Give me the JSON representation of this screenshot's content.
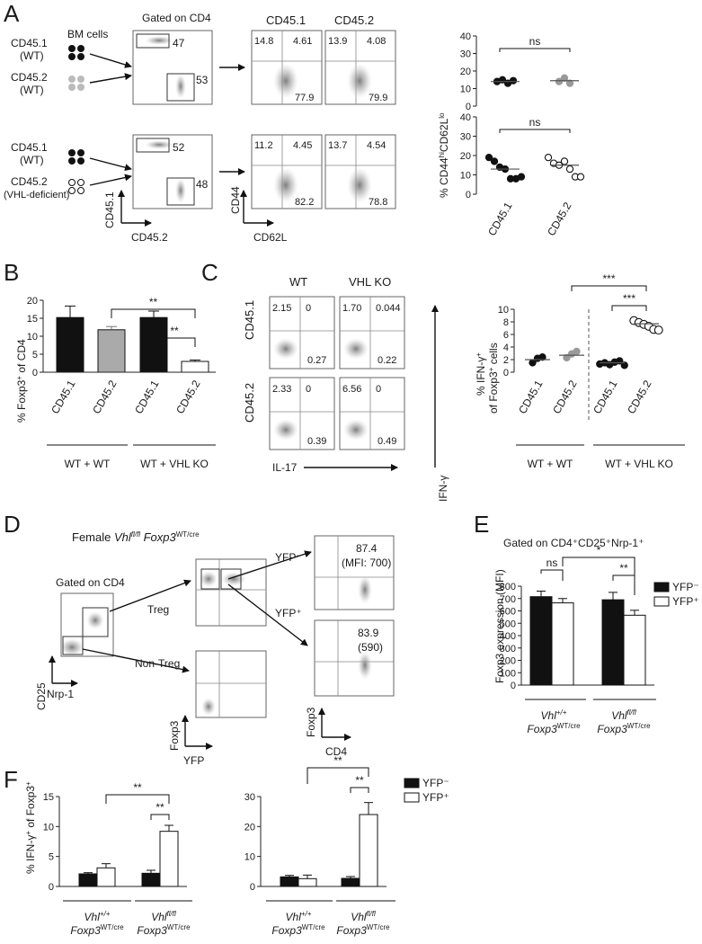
{
  "panel_letters": {
    "a": "A",
    "b": "B",
    "c": "C",
    "d": "D",
    "e": "E",
    "f": "F"
  },
  "panel_a": {
    "bm_cells": "BM cells",
    "gated": "Gated on CD4",
    "col1": "CD45.1",
    "col2": "CD45.2",
    "row1": {
      "g1": "CD45.1",
      "g1s": "(WT)",
      "g2": "CD45.2",
      "g2s": "(WT)",
      "gate_top": "47",
      "gate_bot": "53",
      "q1": {
        "ul": "14.8",
        "ur": "4.61",
        "lr": "77.9"
      },
      "q2": {
        "ul": "13.9",
        "ur": "4.08",
        "lr": "79.9"
      }
    },
    "row2": {
      "g1": "CD45.1",
      "g1s": "(WT)",
      "g2": "CD45.2",
      "g2s": "(VHL-deficient)",
      "gate_top": "52",
      "gate_bot": "48",
      "q1": {
        "ul": "11.2",
        "ur": "4.45",
        "lr": "82.2"
      },
      "q2": {
        "ul": "13.7",
        "ur": "4.54",
        "lr": "78.8"
      }
    },
    "axis_x1": "CD45.2",
    "axis_y1": "CD45.1",
    "axis_x2": "CD62L",
    "axis_y2": "CD44",
    "ns": "ns"
  },
  "panel_c": {
    "col1": "WT",
    "col2": "VHL KO",
    "row1": "CD45.1",
    "row2": "CD45.2",
    "q": [
      {
        "ul": "2.15",
        "ur": "0",
        "lr": "0.27"
      },
      {
        "ul": "1.70",
        "ur": "0.044",
        "lr": "0.22"
      },
      {
        "ul": "2.33",
        "ur": "0",
        "lr": "0.39"
      },
      {
        "ul": "6.56",
        "ur": "0",
        "lr": "0.49"
      }
    ],
    "x_axis": "IL-17",
    "y_axis": "IFN-γ"
  },
  "panel_d": {
    "title_pre": "Female ",
    "vhl": "Vhl",
    "vhl_sup": "fl/fl",
    "foxp3": " Foxp3",
    "foxp3_sup": "WT/cre",
    "gated": "Gated on CD4",
    "treg": "Treg",
    "nontreg": "Non-Treg",
    "yfp_neg": "YFP⁻",
    "yfp_pos": "YFP⁺",
    "val_neg": "87.4",
    "mfi_neg": "(MFI: 700)",
    "val_pos": "83.9",
    "mfi_pos": "(590)",
    "ax_cd25": "CD25",
    "ax_nrp1": "Nrp-1",
    "ax_foxp3": "Foxp3",
    "ax_yfp": "YFP",
    "ax_cd4": "CD4"
  },
  "common": {
    "cd451": "CD45.1",
    "cd452": "CD45.2",
    "wt_wt": "WT + WT",
    "wt_vhl": "WT + VHL KO",
    "sig1": "**",
    "sig3": "***",
    "sig_star": "*",
    "ns": "ns",
    "yfp_neg": "YFP⁻",
    "yfp_pos": "YFP⁺",
    "g_wt_a": "Vhl",
    "g_wt_a_sup": "+/+",
    "g_wt_b": "Foxp3",
    "g_wt_b_sup": "WT/cre",
    "g_ko_a": "Vhl",
    "g_ko_a_sup": "fl/fl",
    "g_ko_b": "Foxp3",
    "g_ko_b_sup": "WT/cre",
    "e_title": "Gated on CD4⁺CD25⁺Nrp-1⁺"
  },
  "chart_data": [
    {
      "panel": "A-top",
      "type": "scatter",
      "ylabel": "% CD44hiCD62Llo",
      "categories": [
        "CD45.1",
        "CD45.2"
      ],
      "ylim": [
        0,
        40
      ],
      "yticks": [
        0,
        10,
        20,
        30,
        40
      ],
      "points": [
        [
          14,
          15,
          13,
          14.5
        ],
        [
          14,
          16,
          13
        ]
      ],
      "means": [
        14,
        14.5
      ],
      "filled": [
        true,
        true
      ],
      "colors": [
        "#111111",
        "#999999"
      ]
    },
    {
      "panel": "A-bottom",
      "type": "scatter",
      "ylabel": "% CD44hiCD62Llo",
      "categories": [
        "CD45.1",
        "CD45.2"
      ],
      "ylim": [
        0,
        40
      ],
      "yticks": [
        0,
        10,
        20,
        30,
        40
      ],
      "points": [
        [
          19,
          17,
          14,
          13,
          8,
          8,
          9
        ],
        [
          19,
          16,
          15,
          17,
          13,
          9,
          9
        ]
      ],
      "means": [
        13,
        15
      ],
      "filled": [
        true,
        false
      ],
      "colors": [
        "#111111",
        "#111111"
      ]
    },
    {
      "panel": "B",
      "type": "bar",
      "ylabel": "% Foxp3+ of CD4",
      "categories": [
        "CD45.1",
        "CD45.2",
        "CD45.1",
        "CD45.2"
      ],
      "values": [
        15.2,
        11.8,
        15.2,
        3.0
      ],
      "errors": [
        3.2,
        0.9,
        1.8,
        0.4
      ],
      "fills": [
        "#111111",
        "#aaaaaa",
        "#111111",
        "#ffffff"
      ],
      "ylim": [
        0,
        20
      ],
      "yticks": [
        0,
        5,
        10,
        15,
        20
      ]
    },
    {
      "panel": "C",
      "type": "scatter",
      "ylabel": "% IFN-γ+ of Foxp3+ cells",
      "categories": [
        "CD45.1",
        "CD45.2",
        "CD45.1",
        "CD45.2"
      ],
      "points": [
        [
          1.5,
          2.2,
          2.4
        ],
        [
          2.3,
          2.9,
          3.3
        ],
        [
          1.3,
          1.5,
          1.2,
          1.6,
          1.8,
          1.1
        ],
        [
          8.2,
          7.9,
          7.6,
          7.3,
          6.8,
          6.7
        ]
      ],
      "means": [
        2.0,
        2.7,
        1.5,
        7.7
      ],
      "filled": [
        true,
        true,
        true,
        false
      ],
      "colors": [
        "#111111",
        "#999999",
        "#111111",
        "#111111"
      ],
      "ylim": [
        0,
        10
      ],
      "yticks": [
        0,
        2,
        4,
        6,
        8,
        10
      ]
    },
    {
      "panel": "E",
      "type": "bar",
      "ylabel": "Foxp3 expression (MFI)",
      "series": [
        {
          "name": "YFP-",
          "values": [
            715,
            690
          ],
          "errors": [
            45,
            60
          ]
        },
        {
          "name": "YFP+",
          "values": [
            665,
            565
          ],
          "errors": [
            35,
            40
          ]
        }
      ],
      "ylim": [
        0,
        800
      ],
      "yticks": [
        0,
        100,
        200,
        300,
        400,
        500,
        600,
        700,
        800
      ]
    },
    {
      "panel": "F-left",
      "type": "bar",
      "ylabel": "% IFN-γ+ of Foxp3+",
      "series": [
        {
          "name": "YFP-",
          "values": [
            2.1,
            2.2
          ],
          "errors": [
            0.2,
            0.5
          ]
        },
        {
          "name": "YFP+",
          "values": [
            3.1,
            9.2
          ],
          "errors": [
            0.7,
            1.0
          ]
        }
      ],
      "ylim": [
        0,
        15
      ],
      "yticks": [
        0,
        5,
        10,
        15
      ]
    },
    {
      "panel": "F-right",
      "type": "bar",
      "series": [
        {
          "name": "YFP-",
          "values": [
            3.2,
            2.7
          ],
          "errors": [
            0.5,
            0.6
          ]
        },
        {
          "name": "YFP+",
          "values": [
            2.6,
            24.0
          ],
          "errors": [
            1.2,
            4.0
          ]
        }
      ],
      "ylim": [
        0,
        30
      ],
      "yticks": [
        0,
        10,
        20,
        30
      ]
    }
  ]
}
